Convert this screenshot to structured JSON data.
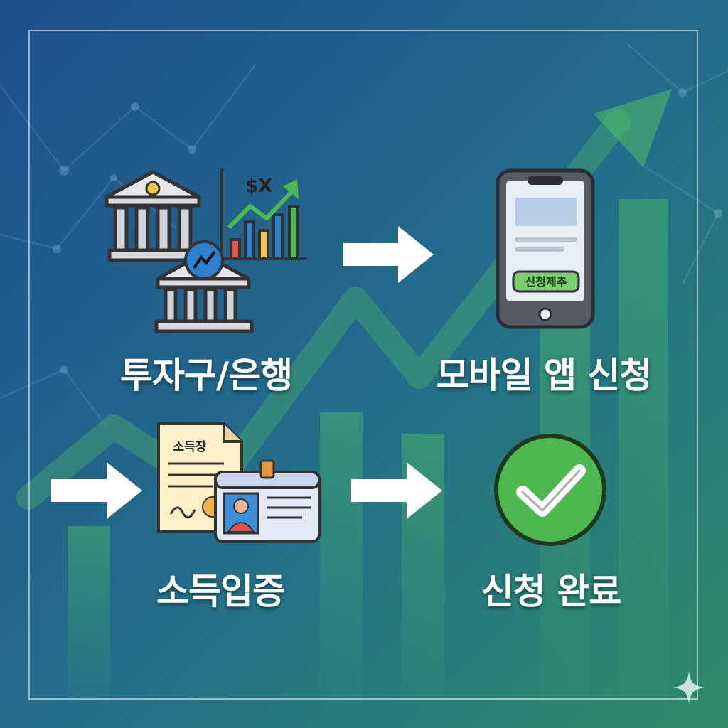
{
  "steps": [
    {
      "label": "투자구/은행"
    },
    {
      "label": "모바일 앱 신청"
    },
    {
      "label": "소득입증"
    },
    {
      "label": "신청 완료"
    }
  ],
  "icons": {
    "bank": {
      "chart_text": "$X"
    },
    "phone": {
      "button_text": "신청제추"
    },
    "document": {
      "doc_title": "소득장"
    },
    "done": {
      "name": "check-icon"
    }
  },
  "colors": {
    "bg_top": "#215a93",
    "bg_bottom": "#2b8a6d",
    "accent_green": "#4cb84f",
    "arrow": "#ffffff"
  }
}
